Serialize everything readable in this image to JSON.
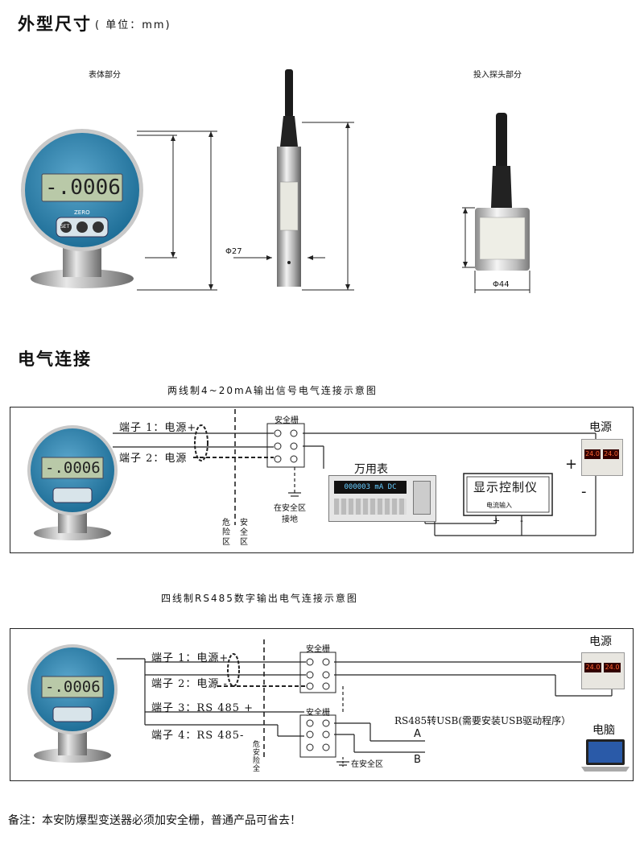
{
  "section1": {
    "title": "外型尺寸",
    "unit": "( 单位：mm)",
    "body_label": "表体部分",
    "probe_label": "投入探头部分",
    "dim_phi27": "Φ27",
    "dim_phi44": "Φ44"
  },
  "gauge": {
    "reading": "-.0006",
    "zero_label": "ZERO",
    "set_label": "SET"
  },
  "section2": {
    "title": "电气连接"
  },
  "diagram1": {
    "caption": "两线制4~20mA输出信号电气连接示意图",
    "terminal1": "端子 1：电源+",
    "terminal2": "端子 2：电源",
    "barrier": "安全栅",
    "meter": "万用表",
    "meter_display": "000003 mA DC",
    "power": "电源",
    "display": "显示控制仪",
    "current_input": "电流输入",
    "safe_ground": "在安全区",
    "ground_label": "接地",
    "danger_zone": "危险区",
    "safe_zone": "安全区",
    "plus": "+",
    "minus": "-",
    "psu_left": "24.0",
    "psu_right": "24.0"
  },
  "diagram2": {
    "caption": "四线制RS485数字输出电气连接示意图",
    "terminal1": "端子 1：电源+",
    "terminal2": "端子 2：电源 -",
    "terminal3": "端子 3：RS 485 +",
    "terminal4": "端子 4：RS 485-",
    "barrier1": "安全栅",
    "barrier2": "安全栅",
    "power": "电源",
    "converter": "RS485转USB(需要安装USB驱动程序）",
    "line_a": "A",
    "line_b": "B",
    "computer": "电脑",
    "safe_area": "在安全区",
    "danger_zone": "危安险全",
    "psu_left": "24.0",
    "psu_right": "24.0"
  },
  "note": "备注：本安防爆型变送器必须加安全栅，普通产品可省去！"
}
